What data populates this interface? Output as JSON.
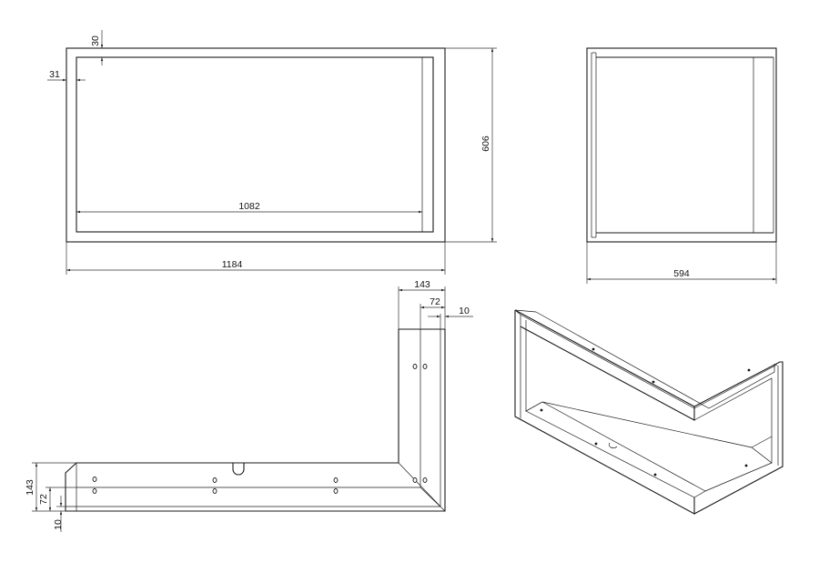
{
  "front_view": {
    "dim_frame_top": "30",
    "dim_frame_side": "31",
    "dim_inner_width": "1082",
    "dim_outer_width": "1184",
    "dim_height": "606"
  },
  "side_view": {
    "dim_depth": "594"
  },
  "top_view": {
    "dim_a": "143",
    "dim_b": "72",
    "dim_c": "10",
    "dim_v_a": "143",
    "dim_v_b": "72",
    "dim_v_c": "10"
  },
  "colors": {
    "line": "#1a1a1a",
    "background": "#ffffff"
  }
}
